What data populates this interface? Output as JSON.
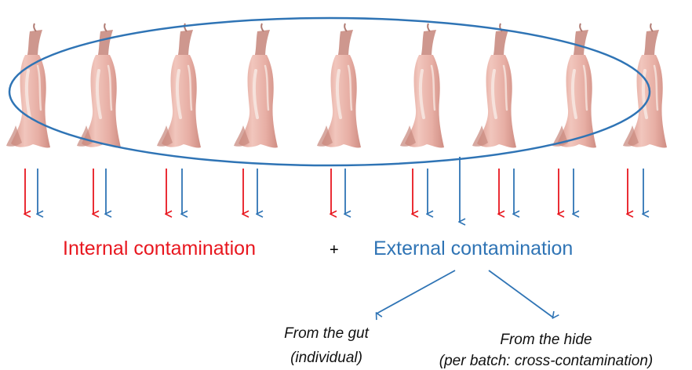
{
  "labels": {
    "internal": "Internal contamination",
    "plus": "+",
    "external": "External contamination",
    "gut_line1": "From the gut",
    "gut_line2": "(individual)",
    "hide_line1": "From the hide",
    "hide_line2": "(per batch: cross-contamination)"
  },
  "carcass_count": 9,
  "colors": {
    "internal": "#e8171f",
    "external": "#2f74b5",
    "carcass_flesh": "#e9b7ae",
    "carcass_fat": "#f6e6e0",
    "carcass_dark": "#c98c82"
  },
  "icons": [
    "carcass-icon",
    "red-arrow-icon",
    "blue-arrow-icon",
    "batch-ellipse"
  ]
}
